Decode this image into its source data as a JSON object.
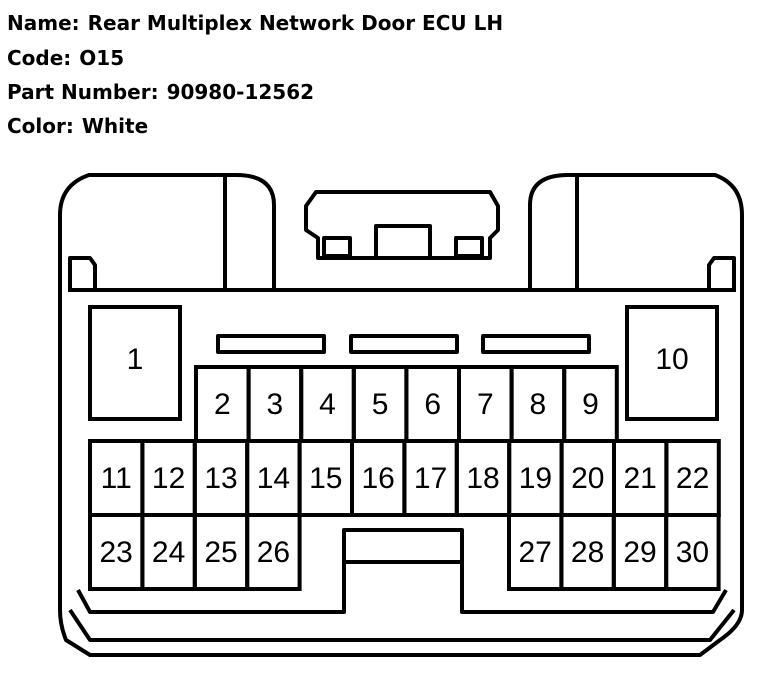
{
  "connector": {
    "name_label": "Name:",
    "name": "Rear Multiplex Network Door ECU LH",
    "code_label": "Code:",
    "code": "O15",
    "part_label": "Part Number:",
    "part_number": "90980-12562",
    "color_label": "Color:",
    "color": "White"
  },
  "pins": [
    "1",
    "2",
    "3",
    "4",
    "5",
    "6",
    "7",
    "8",
    "9",
    "10",
    "11",
    "12",
    "13",
    "14",
    "15",
    "16",
    "17",
    "18",
    "19",
    "20",
    "21",
    "22",
    "23",
    "24",
    "25",
    "26",
    "27",
    "28",
    "29",
    "30"
  ]
}
